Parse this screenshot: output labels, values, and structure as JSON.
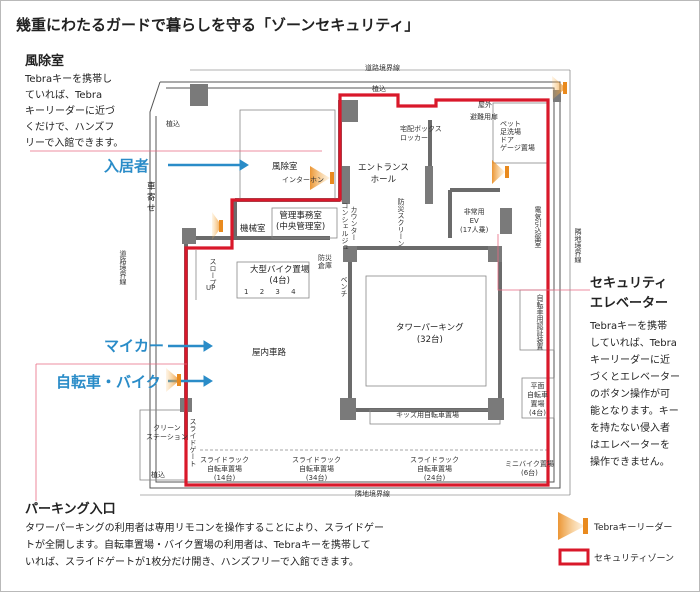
{
  "title": "幾重にわたるガードで暮らしを守る「ゾーンセキュリティ」",
  "sections": {
    "lobby": {
      "heading": "風除室",
      "lines": [
        "Tebraキーを携帯し",
        "ていれば、Tebra",
        "キーリーダーに近づ",
        "くだけで、ハンズフ",
        "リーで入館できます。"
      ]
    },
    "elevator": {
      "heading_lines": [
        "セキュリティ",
        "エレベーター"
      ],
      "lines": [
        "Tebraキーを携帯",
        "していれば、Tebra",
        "キーリーダーに近",
        "づくとエレベーター",
        "のボタン操作が可",
        "能となります。キー",
        "を持たない侵入者",
        "はエレベーターを",
        "操作できません。"
      ]
    },
    "parking": {
      "heading": "パーキング入口",
      "lines": [
        "タワーパーキングの利用者は専用リモコンを操作することにより、スライドゲー",
        "トが全開します。自転車置場・バイク置場の利用者は、Tebraキーを携帯して",
        "いれば、スライドゲートが1枚分だけ開き、ハンズフリーで入館できます。"
      ]
    }
  },
  "arrows": {
    "resident": "入居者",
    "car": "マイカー",
    "bike": "自転車・バイク"
  },
  "legend": {
    "reader": "Tebraキーリーダー",
    "zone": "セキュリティゾーン"
  },
  "plan": {
    "road_top": "道路境界線",
    "road_bottom": "隣地境界線",
    "road_left": "道路境界線",
    "road_right": "隣地境界線",
    "planting": "植込",
    "lobby": "風除室",
    "intercom": "インターホン",
    "entrance_hall": [
      "エントランス",
      "ホール"
    ],
    "delivery": [
      "宅配ボックス",
      "ロッカー"
    ],
    "outside": "屋外",
    "mgmt_path": "避難用扉",
    "pet": [
      "ペット",
      "足洗場",
      "ドア",
      "ゲージ置場"
    ],
    "car_stop": [
      "車",
      "寄",
      "せ"
    ],
    "machine": "機械室",
    "mgmt_office": [
      "管理事務室",
      "(中央管理室)"
    ],
    "concierge": [
      "コンシェルジュ",
      "カウンター"
    ],
    "screen": "防災スクリーン",
    "emergency_ev": [
      "非常用",
      "EV",
      "(17人乗)"
    ],
    "slope": "スロープ",
    "up": "UP",
    "big_bike": [
      "大型バイク置場",
      "(4台)"
    ],
    "big_bike_nums": [
      "1",
      "2",
      "3",
      "4"
    ],
    "warehouse": [
      "防災",
      "倉庫"
    ],
    "bench": "ベンチ",
    "inner_road": "屋内車路",
    "tower_parking": [
      "タワーパーキング",
      "(32台)"
    ],
    "kids_bike": "キッズ用自転車置場",
    "flat_bike": [
      "平面",
      "自転車",
      "置場",
      "(4台)"
    ],
    "clean_station": [
      "クリーン",
      "ステーション"
    ],
    "slide_racks": [
      [
        "スライドラック",
        "自転車置場",
        "(14台)"
      ],
      [
        "スライドラック",
        "自転車置場",
        "(34台)"
      ],
      [
        "スライドラック",
        "自転車置場",
        "(24台)"
      ]
    ],
    "mini_bike": [
      "ミニバイク置場",
      "(6台)"
    ],
    "right_side": "電気引込盤室",
    "auto_pass": "自転車用認証装置",
    "slide_gate": "スライドゲート",
    "planting_right": "植込"
  },
  "colors": {
    "zone_red": "#d9182a",
    "arrow_blue": "#2a8cc8",
    "reader_orange": "#f0a030",
    "wall_gray": "#6b6b6b",
    "pillar_gray": "#7a7a7a"
  }
}
